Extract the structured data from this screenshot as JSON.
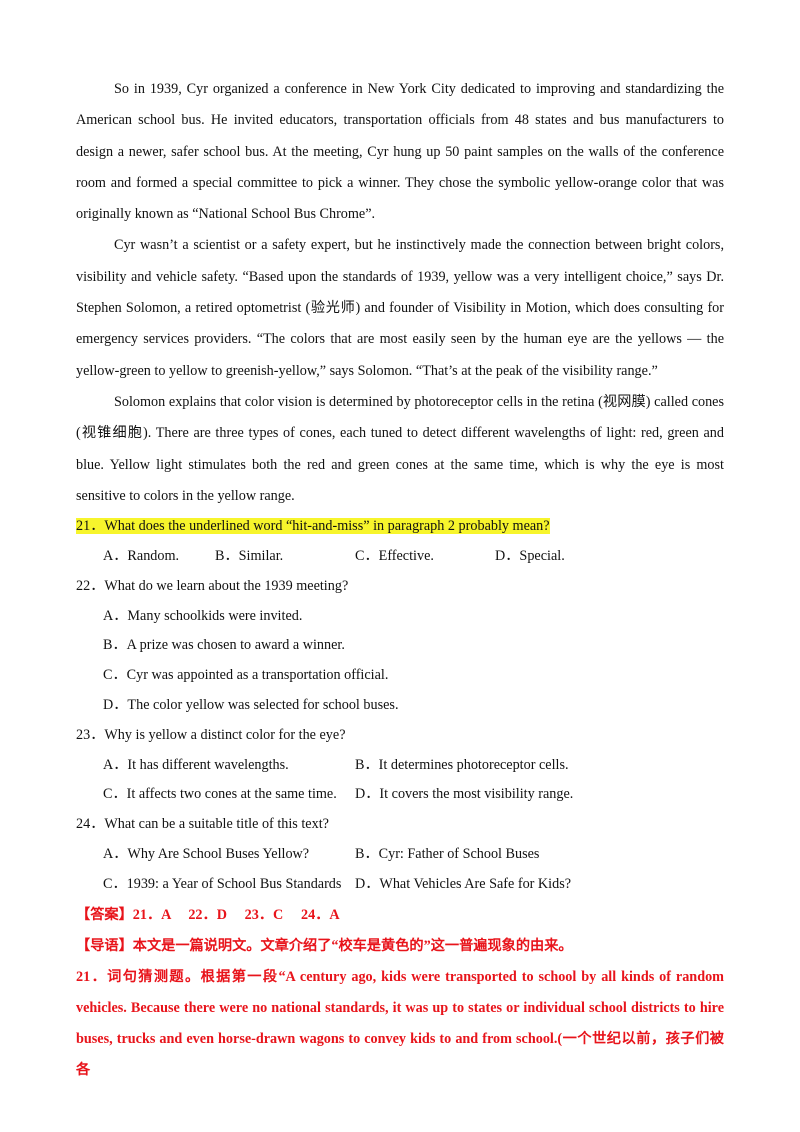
{
  "passage": [
    "So in 1939, Cyr organized a conference in New York City dedicated to improving and standardizing the American school bus. He invited educators, transportation officials from 48 states and bus manufacturers to design a newer, safer school bus. At the meeting, Cyr hung up 50 paint samples on the walls of the conference room and formed a special committee to pick a winner. They chose the symbolic yellow-orange color that was originally known as “National School Bus Chrome”.",
    "Cyr wasn’t a scientist or a safety expert, but he instinctively made the connection between bright colors, visibility and vehicle safety. “Based upon the standards of 1939, yellow was a very intelligent choice,” says Dr. Stephen Solomon, a retired optometrist (验光师) and founder of Visibility in Motion, which does consulting for emergency services providers. “The colors that are most easily seen by the human eye are the yellows — the yellow-green to yellow to greenish-yellow,” says Solomon. “That’s at the peak of the visibility range.”",
    "Solomon explains that color vision is determined by photoreceptor cells in the retina (视网膜) called cones (视锥细胞). There are three types of cones, each tuned to detect different wavelengths of light: red, green and blue. Yellow light stimulates both the red and green cones at the same time, which is why the eye is most sensitive to colors in the yellow range."
  ],
  "questions": {
    "q21": {
      "stem": "21．What does the underlined word “hit-and-miss” in paragraph 2 probably mean?",
      "a": "A．Random.",
      "b": "B．Similar.",
      "c": "C．Effective.",
      "d": "D．Special."
    },
    "q22": {
      "stem": "22．What do we learn about the 1939 meeting?",
      "a": "A．Many schoolkids were invited.",
      "b": "B．A prize was chosen to award a winner.",
      "c": "C．Cyr was appointed as a transportation official.",
      "d": "D．The color yellow was selected for school buses."
    },
    "q23": {
      "stem": "23．Why is yellow a distinct color for the eye?",
      "a": "A．It has different wavelengths.",
      "b": "B．It determines photoreceptor cells.",
      "c": "C．It affects two cones at the same time.",
      "d": "D．It covers the most visibility range."
    },
    "q24": {
      "stem": "24．What can be a suitable title of this text?",
      "a": "A．Why Are School Buses Yellow?",
      "b": "B．Cyr: Father of School Buses",
      "c": "C．1939: a Year of School Bus Standards",
      "d": "D．What Vehicles Are Safe for Kids?"
    }
  },
  "answer_key": "【答案】21．A　 22．D　 23．C　 24．A",
  "guide": "【导语】本文是一篇说明文。文章介绍了“校车是黄色的”这一普遍现象的由来。",
  "explanation_21": "21．词句猜测题。根据第一段“A century ago, kids were transported to school by all kinds of random vehicles. Because there were no national standards, it was up to states or individual school districts to hire buses, trucks and even horse-drawn wagons to convey kids to and from school.(一个世纪以前，孩子们被各",
  "colors": {
    "highlight": "#f7f52c",
    "answer_red": "#e8141b"
  }
}
